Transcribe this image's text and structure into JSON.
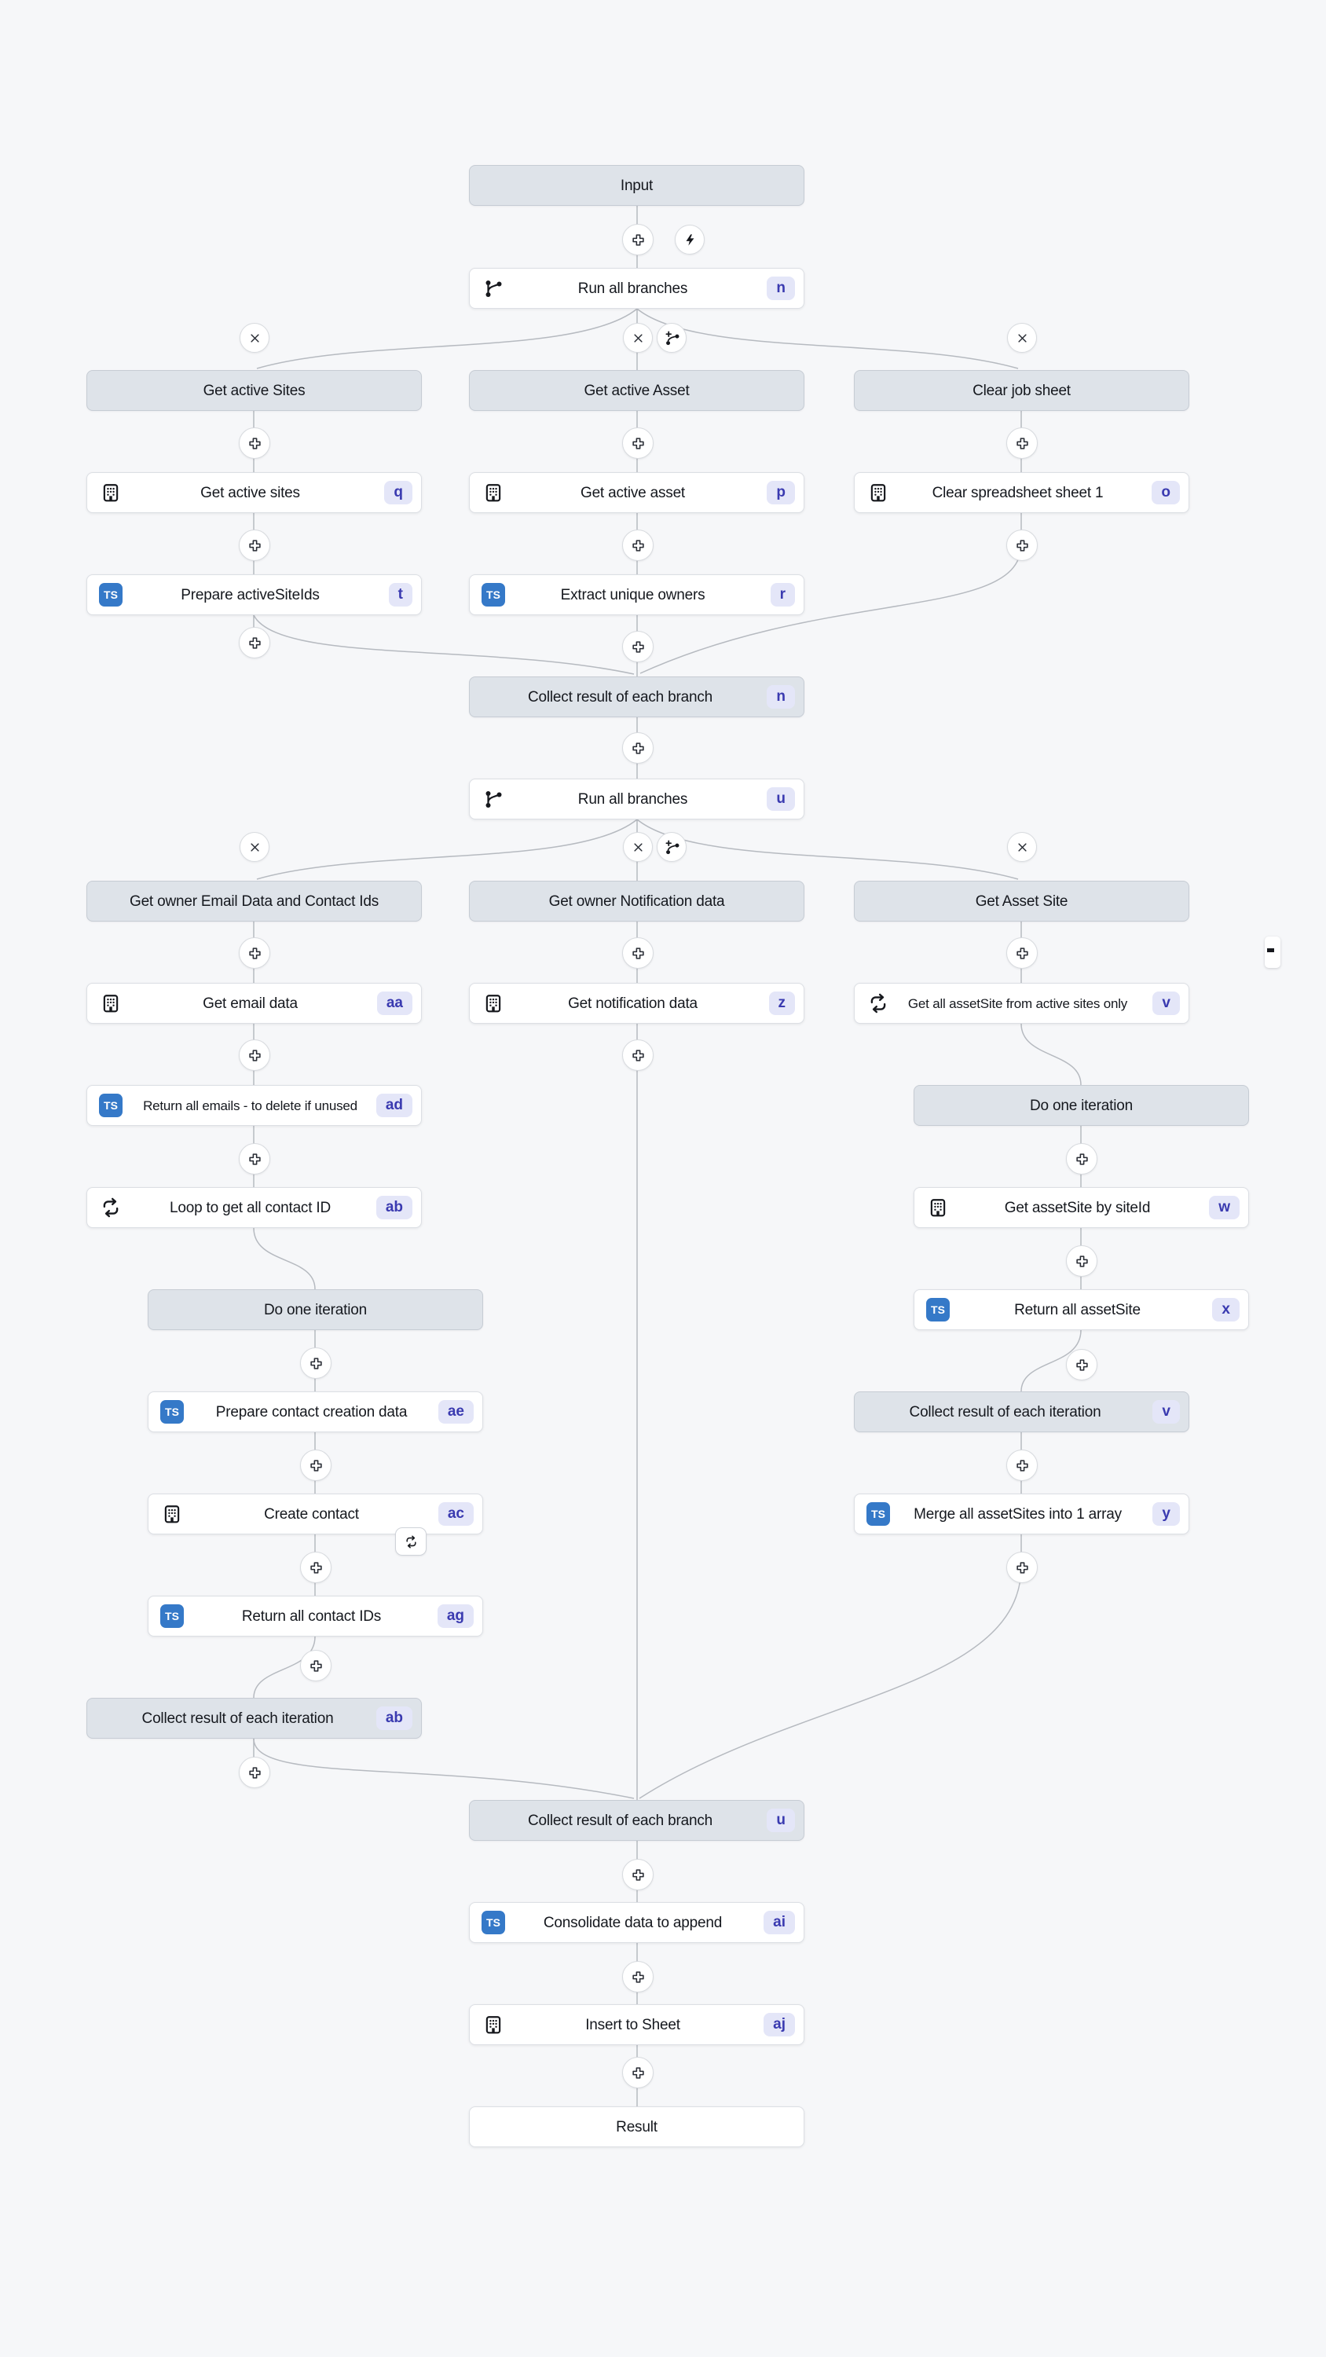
{
  "app": {
    "name": "workflow-canvas"
  },
  "colors": {
    "canvas_bg": "#f6f7f9",
    "node_white": "#ffffff",
    "node_gray": "#dee3e9",
    "edge": "#b6bac0",
    "badge_bg": "#e4e6f8",
    "badge_text": "#3a3ab0",
    "typescript_blue": "#3579c8"
  },
  "icons": {
    "ts_label": "TS"
  },
  "nodes": {
    "input": {
      "label": "Input"
    },
    "run_all_branches_1": {
      "label": "Run all branches",
      "badge": "n",
      "icon": "branch-icon"
    },
    "get_active_sites_header": {
      "label": "Get active Sites"
    },
    "get_active_asset_header": {
      "label": "Get active Asset"
    },
    "clear_job_sheet_header": {
      "label": "Clear job sheet"
    },
    "get_active_sites": {
      "label": "Get active sites",
      "badge": "q",
      "icon": "building-icon"
    },
    "get_active_asset": {
      "label": "Get active asset",
      "badge": "p",
      "icon": "building-icon"
    },
    "clear_spreadsheet_sheet_1": {
      "label": "Clear spreadsheet sheet 1",
      "badge": "o",
      "icon": "building-icon"
    },
    "prepare_activesiteids": {
      "label": "Prepare activeSiteIds",
      "badge": "t",
      "icon": "typescript-icon"
    },
    "extract_unique_owners": {
      "label": "Extract unique owners",
      "badge": "r",
      "icon": "typescript-icon"
    },
    "collect_branch_1": {
      "label": "Collect result of each branch",
      "badge": "n"
    },
    "run_all_branches_2": {
      "label": "Run all branches",
      "badge": "u",
      "icon": "branch-icon"
    },
    "get_owner_email_header": {
      "label": "Get owner Email Data and Contact Ids"
    },
    "get_owner_notification_header": {
      "label": "Get owner Notification data"
    },
    "get_asset_site_header": {
      "label": "Get Asset Site"
    },
    "get_email_data": {
      "label": "Get email data",
      "badge": "aa",
      "icon": "building-icon"
    },
    "get_notification_data": {
      "label": "Get notification data",
      "badge": "z",
      "icon": "building-icon"
    },
    "get_all_assetsite": {
      "label": "Get all assetSite from active sites only",
      "badge": "v",
      "icon": "loop-icon"
    },
    "return_all_emails": {
      "label": "Return all emails - to delete if unused",
      "badge": "ad",
      "icon": "typescript-icon"
    },
    "do_one_iteration_right": {
      "label": "Do one iteration"
    },
    "loop_get_contact_id": {
      "label": "Loop to get all contact ID",
      "badge": "ab",
      "icon": "loop-icon"
    },
    "get_assetsite_by_siteid": {
      "label": "Get assetSite by siteId",
      "badge": "w",
      "icon": "building-icon"
    },
    "do_one_iteration_left": {
      "label": "Do one iteration"
    },
    "return_all_assetsite": {
      "label": "Return all assetSite",
      "badge": "x",
      "icon": "typescript-icon"
    },
    "prepare_contact_creation": {
      "label": "Prepare contact creation data",
      "badge": "ae",
      "icon": "typescript-icon"
    },
    "collect_iteration_right": {
      "label": "Collect result of each iteration",
      "badge": "v"
    },
    "create_contact": {
      "label": "Create contact",
      "badge": "ac",
      "icon": "building-icon"
    },
    "merge_assetsites": {
      "label": "Merge all assetSites into 1 array",
      "badge": "y",
      "icon": "typescript-icon"
    },
    "return_all_contact_ids": {
      "label": "Return all contact IDs",
      "badge": "ag",
      "icon": "typescript-icon"
    },
    "collect_iteration_left": {
      "label": "Collect result of each iteration",
      "badge": "ab"
    },
    "collect_branch_2": {
      "label": "Collect result of each branch",
      "badge": "u"
    },
    "consolidate_data": {
      "label": "Consolidate data to append",
      "badge": "ai",
      "icon": "typescript-icon"
    },
    "insert_to_sheet": {
      "label": "Insert to Sheet",
      "badge": "aj",
      "icon": "building-icon"
    },
    "result": {
      "label": "Result"
    }
  }
}
